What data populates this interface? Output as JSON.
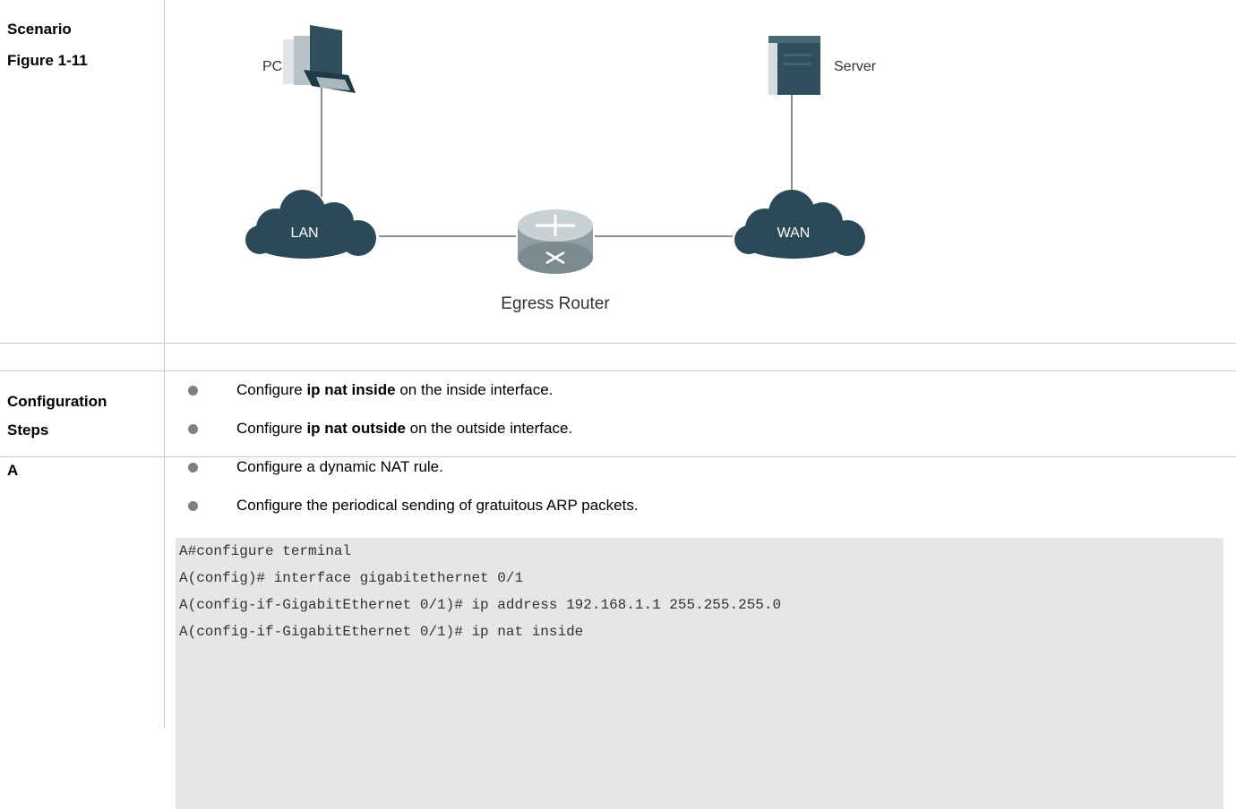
{
  "labels": {
    "scenario_line1": "Scenario",
    "scenario_line2": "Figure 1-11",
    "config_line1": "Configuration",
    "config_line2": "Steps",
    "device": "A"
  },
  "figure": {
    "pc_label": "PC",
    "server_label": "Server",
    "lan_label": "LAN",
    "wan_label": "WAN",
    "router_label": "Egress Router",
    "icons": [
      "pc-icon",
      "server-icon",
      "lan-cloud-icon",
      "router-icon",
      "wan-cloud-icon"
    ]
  },
  "steps": [
    {
      "pre": "Configure ",
      "bold": "ip nat inside",
      "post": " on the inside interface."
    },
    {
      "pre": "Configure ",
      "bold": "ip nat outside",
      "post": " on the outside interface."
    },
    {
      "pre": "Configure a dynamic NAT rule.",
      "bold": "",
      "post": ""
    },
    {
      "pre": "Configure the periodical sending of gratuitous ARP packets.",
      "bold": "",
      "post": ""
    }
  ],
  "code_lines": [
    "A#configure terminal",
    "A(config)# interface gigabitethernet 0/1",
    "A(config-if-GigabitEthernet 0/1)# ip address 192.168.1.1 255.255.255.0",
    "A(config-if-GigabitEthernet 0/1)# ip nat inside"
  ]
}
